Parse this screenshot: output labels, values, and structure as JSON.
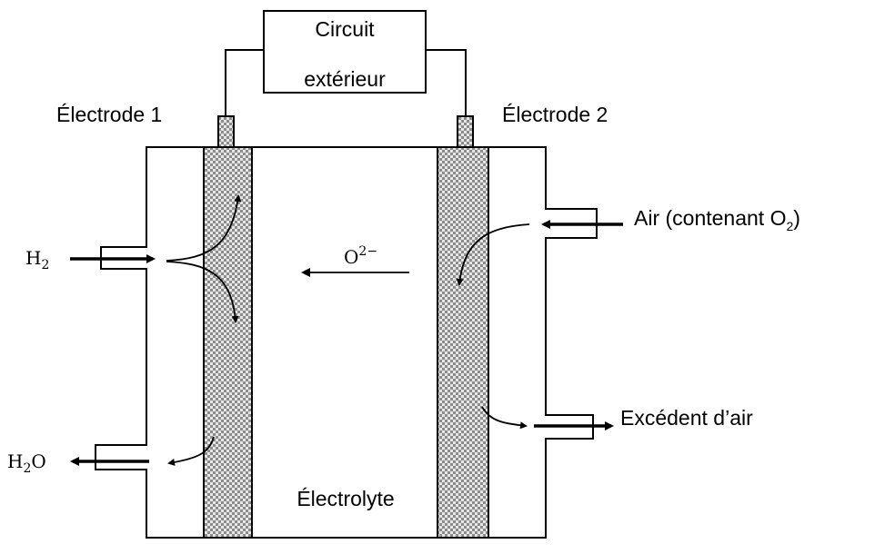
{
  "circuit": {
    "line1": "Circuit",
    "line2": "extérieur"
  },
  "electrode1": {
    "label": "Électrode 1"
  },
  "electrode2": {
    "label": "Électrode 2"
  },
  "electrolyte": {
    "label": "Électrolyte"
  },
  "ion": {
    "base": "O",
    "charge": "2−"
  },
  "inlets": {
    "h2": {
      "base": "H",
      "sub": "2"
    },
    "h2o": {
      "base": "H",
      "sub": "2",
      "tail": "O"
    },
    "air": {
      "text": "Air (contenant O",
      "sub": "2",
      "tail": ")"
    },
    "excess_air": {
      "text": "Excédent d’air"
    }
  },
  "colors": {
    "line": "#000000",
    "electrode_fill": "#9a9a9a"
  }
}
